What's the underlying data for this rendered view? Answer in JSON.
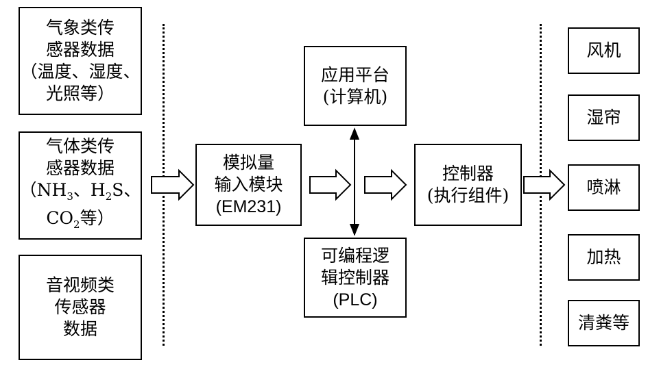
{
  "sensors": {
    "weather": {
      "lines": [
        "气象类传",
        "感器数据",
        "（温度、湿度、",
        "光照等）"
      ]
    },
    "gas": {
      "line1": "气体类传",
      "line2": "感器数据",
      "line3_a": "（NH",
      "line3_sub1": "3",
      "line3_b": "、H",
      "line3_sub2": "2",
      "line3_c": "S、",
      "line4_a": "CO",
      "line4_sub": "2",
      "line4_b": "等）"
    },
    "av": {
      "lines": [
        "音视频类",
        "传感器",
        "数据"
      ]
    }
  },
  "analog_module": {
    "lines": [
      "模拟量",
      "输入模块",
      "(EM231)"
    ]
  },
  "app_platform": {
    "lines": [
      "应用平台",
      "(计算机)"
    ]
  },
  "plc": {
    "lines": [
      "可编程逻",
      "辑控制器",
      "(PLC)"
    ]
  },
  "controller": {
    "lines": [
      "控制器",
      "(执行组件)"
    ]
  },
  "actuators": {
    "fan": "风机",
    "curtain": "湿帘",
    "spray": "喷淋",
    "heat": "加热",
    "manure": "清粪等"
  },
  "colors": {
    "stroke": "#000000",
    "fill": "#ffffff"
  }
}
